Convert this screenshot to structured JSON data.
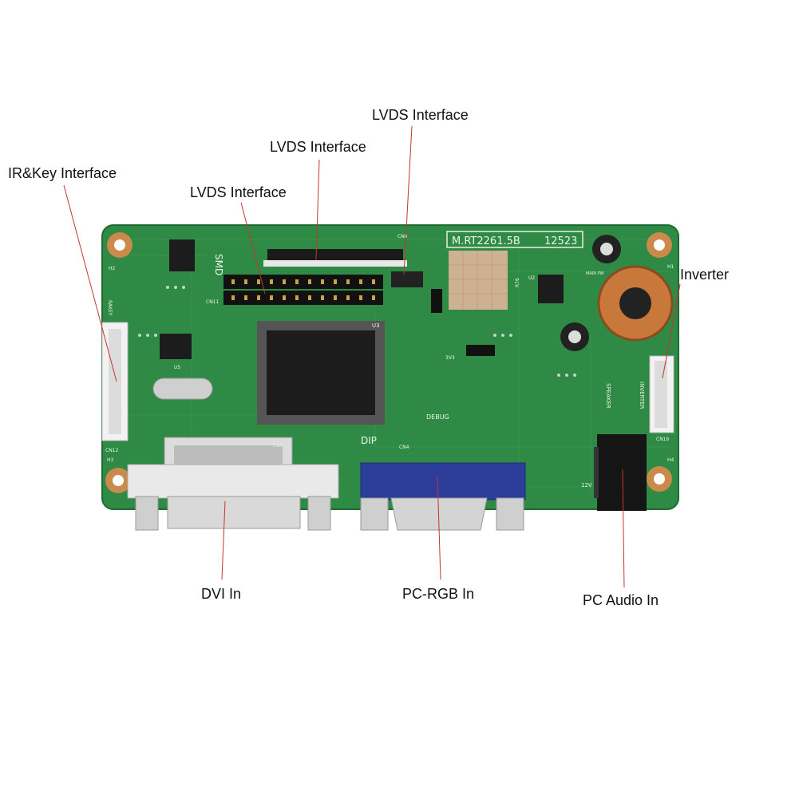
{
  "labels": {
    "lvds_top": "LVDS Interface",
    "lvds_mid": "LVDS Interface",
    "lvds_left": "LVDS Interface",
    "ir_key": "IR&Key Interface",
    "inverter": "Inverter",
    "dvi": "DVI In",
    "pc_rgb": "PC-RGB In",
    "pc_audio": "PC Audio In"
  },
  "board": {
    "model": "M.RT2261.5B",
    "serial": "12523",
    "silkscreen": {
      "smd": "SMD",
      "dip": "DIP",
      "debug": "DEBUG",
      "speaker": "SPEAKER",
      "inverter_pad": "INVERTER",
      "cn5": "CN5",
      "cn4": "CN4",
      "cn12": "CN12",
      "cn16": "CN16",
      "cn8": "CN8",
      "cn11": "CN11",
      "u3": "U3",
      "u5": "U5",
      "u2": "U2",
      "h1": "H1",
      "h2": "H2",
      "h3": "H3",
      "h4": "H4",
      "v12": "12V",
      "v3": "3V3",
      "r76": "R76",
      "rakey": "RAKEY",
      "main_pwr": "MAIN PW"
    }
  },
  "colors": {
    "pcb": "#2e8a45",
    "pcb_dark": "#1f6b33",
    "line": "#c0392b",
    "vga_blue": "#2c3e9a",
    "dvi_white": "#e9e9e9",
    "copper": "#c8783a"
  }
}
